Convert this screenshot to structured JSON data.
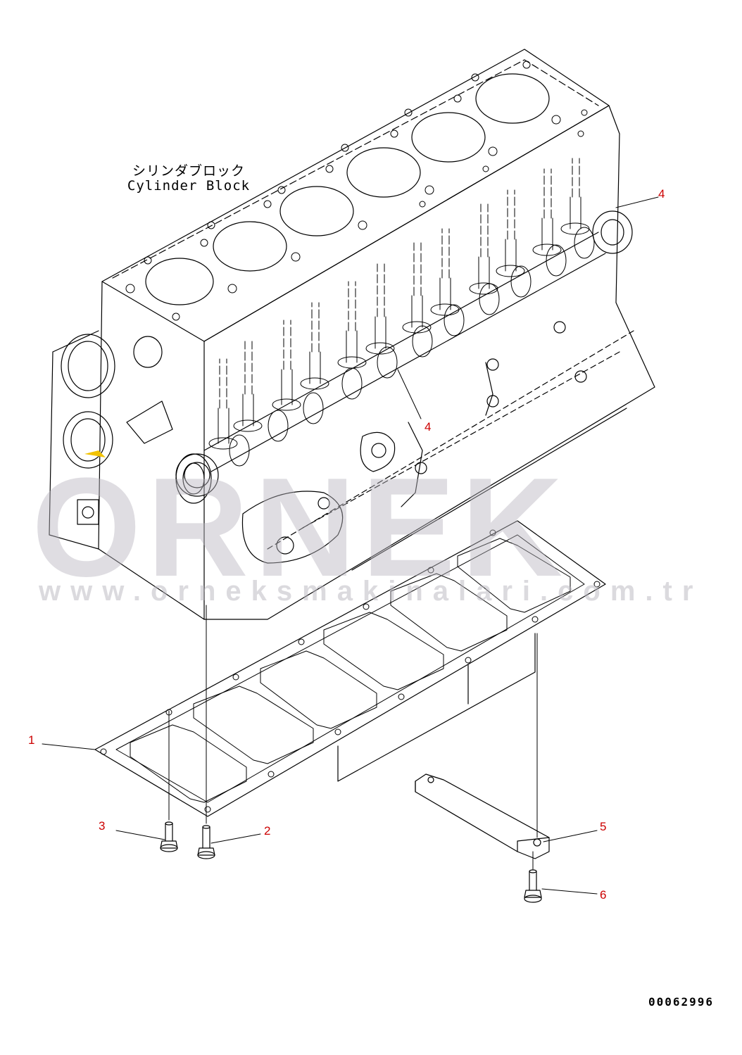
{
  "caption": {
    "jp": "シリンダブロック",
    "en": "Cylinder Block"
  },
  "callouts": {
    "part1": "1",
    "part2": "2",
    "part3": "3",
    "part4_top": "4",
    "part4_mid": "4",
    "part5": "5",
    "part6": "6"
  },
  "document_number": "00062996",
  "watermark": {
    "logo": "ORNEK",
    "url": "www.orneksmakinalari.com.tr"
  },
  "colors": {
    "line": "#000000",
    "callout": "#cc0000",
    "watermark": "#b9b6bf",
    "accent": "#f2c200"
  }
}
